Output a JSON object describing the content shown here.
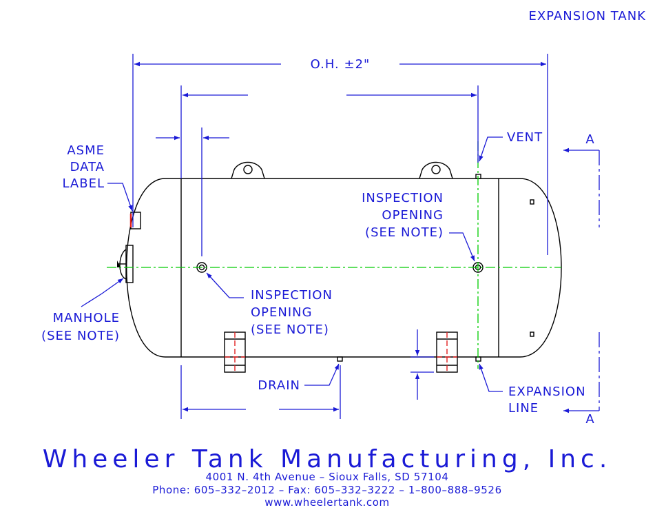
{
  "header": {
    "title": "EXPANSION TANK"
  },
  "dimensions": {
    "overall_height": "O.H.  ±2\""
  },
  "labels": {
    "vent": "VENT",
    "asme": [
      "ASME",
      "DATA",
      "LABEL"
    ],
    "inspection_right": [
      "INSPECTION",
      "OPENING",
      "(SEE NOTE)"
    ],
    "inspection_left": [
      "INSPECTION",
      "OPENING",
      "(SEE NOTE)"
    ],
    "manhole": [
      "MANHOLE",
      "(SEE NOTE)"
    ],
    "drain": "DRAIN",
    "expansion_line": [
      "EXPANSION",
      "LINE"
    ],
    "section_top": "A",
    "section_bottom": "A"
  },
  "footer": {
    "company": "Wheeler Tank Manufacturing, Inc.",
    "address": "4001 N. 4th Avenue  –  Sioux Falls, SD 57104",
    "contact": "Phone: 605–332–2012  –  Fax: 605–332–3222  –  1–800–888–9526",
    "website": "www.wheelertank.com"
  },
  "colors": {
    "annotation": "#1a1ad6",
    "centerline": "#00cc00",
    "support": "#e02020",
    "outline": "#000000"
  }
}
